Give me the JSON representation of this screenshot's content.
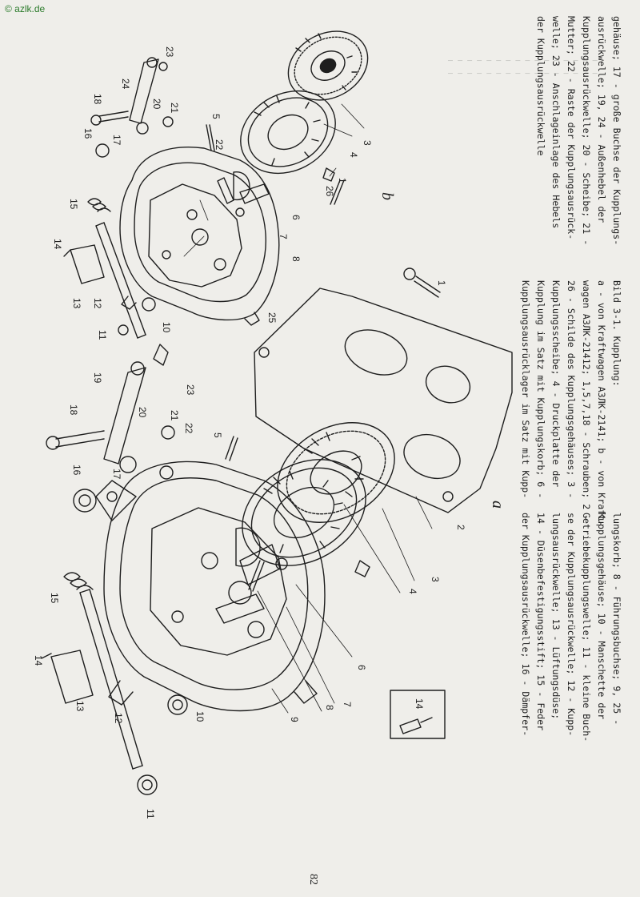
{
  "watermark": "© azlk.de",
  "figure_label_a": "a",
  "figure_label_b": "b",
  "page_number": "82",
  "caption_lines": [
    "Bild 3-1. Kupplung:",
    "a - von Kraftwagen АЗЛК-2141; b - von Kraft-",
    "wagen АЗЛК-21412; 1,5,7,18 - Schrauben; 2 -",
    "26 - Schilde des Kupplungsgehäuses; 3 -",
    "Kupplungsscheibe; 4 - Druckplatte der",
    "Kupplung im Satz mit Kupplungskorb; 6 -",
    "Kupplungsausrücklager im Satz mit Kupp-",
    "lungskorb; 8 - Führungsbuchse; 9, 25 -",
    "Kupplungsgehäuse; 10 - Manschette der",
    "Getriebekupplungswelle; 11 - kleine Buch-",
    "se der Kupplungsausrückwelle; 12 - Kupp-",
    "lungsausrückwelle; 13 - Lüftungsdüse;",
    "14 - Düsenbefestigungsstift; 15 - Feder",
    "der Kupplungsausrückwelle; 16 - Dämpfer-",
    "gehäuse; 17 - große Buchse der Kupplungs-",
    "ausrückwelle; 19, 24 - Außenhebel der",
    "Kupplungsausrückwelle; 20 - Scheibe; 21 -",
    "Mutter; 22 - Raste der Kupplungsausrück-",
    "welle; 23 - Anschlageinlage des Hebels",
    "der Kupplungsausrückwelle"
  ],
  "part_labels": {
    "a": [
      "1",
      "2",
      "3",
      "4",
      "5",
      "6",
      "7",
      "8",
      "9",
      "10",
      "11",
      "12",
      "13",
      "14",
      "15",
      "16",
      "17",
      "18",
      "19",
      "20",
      "21",
      "22",
      "23"
    ],
    "b": [
      "1",
      "3",
      "4",
      "5",
      "6",
      "7",
      "8",
      "10",
      "11",
      "12",
      "13",
      "14",
      "15",
      "16",
      "17",
      "18",
      "20",
      "21",
      "22",
      "23",
      "24",
      "25",
      "26"
    ]
  }
}
